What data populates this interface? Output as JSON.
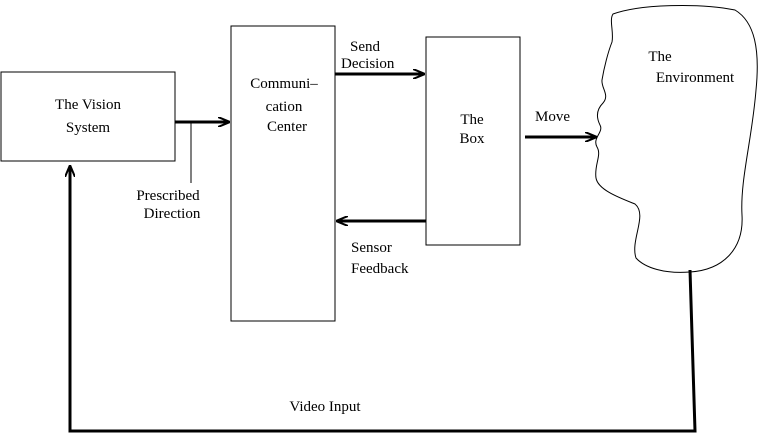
{
  "diagram": {
    "vision_system": {
      "line1": "The Vision",
      "line2": "System"
    },
    "communication_center": {
      "line1": "Communi–",
      "line2": "cation",
      "line3": "Center"
    },
    "the_box": {
      "line1": "The",
      "line2": "Box"
    },
    "environment": {
      "line1": "The",
      "line2": "Environment"
    },
    "edges": {
      "send_decision": {
        "line1": "Send",
        "line2": "Decision"
      },
      "sensor_feedback": {
        "line1": "Sensor",
        "line2": "Feedback"
      },
      "prescribed_direction": {
        "line1": "Prescribed",
        "line2": "Direction"
      },
      "move": "Move",
      "video_input": "Video Input"
    }
  }
}
